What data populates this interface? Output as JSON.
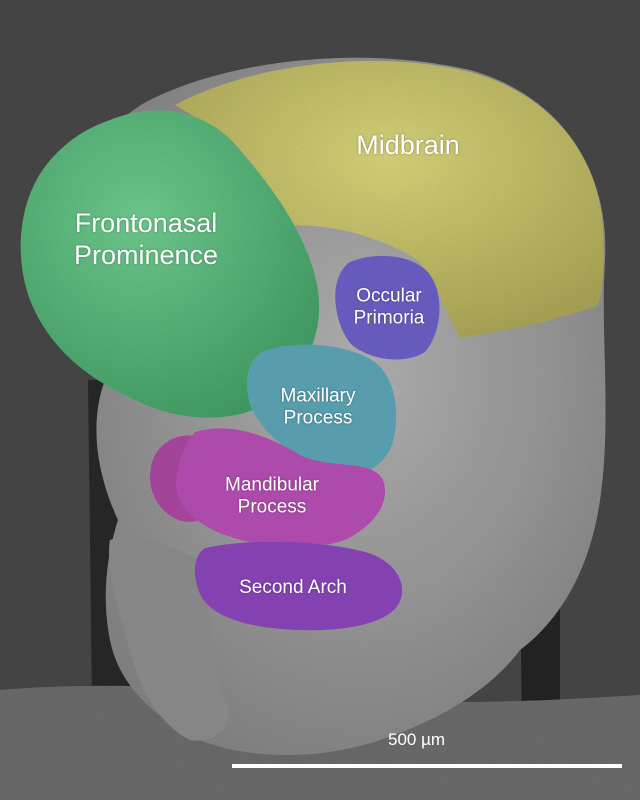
{
  "figure": {
    "labels": {
      "midbrain": "Midbrain",
      "frontonasal": [
        "Frontonasal",
        "Prominence"
      ],
      "ocular": [
        "Occular",
        "Primoria"
      ],
      "maxillary": [
        "Maxillary",
        "Process"
      ],
      "mandibular": [
        "Mandibular",
        "Process"
      ],
      "second_arch": "Second Arch"
    },
    "scale_bar": {
      "label": "500 µm"
    },
    "colors": {
      "background": "#3b3b3b",
      "tissue_gray": "#9a9a9a",
      "midbrain": "#c9c46a",
      "frontonasal": "#5cb87e",
      "ocular": "#6a5fc4",
      "maxillary": "#5ca3b4",
      "mandibular": "#b44eb2",
      "second_arch": "#8a45b8",
      "scale_bar": "#ffffff",
      "label_text": "#ffffff"
    }
  }
}
